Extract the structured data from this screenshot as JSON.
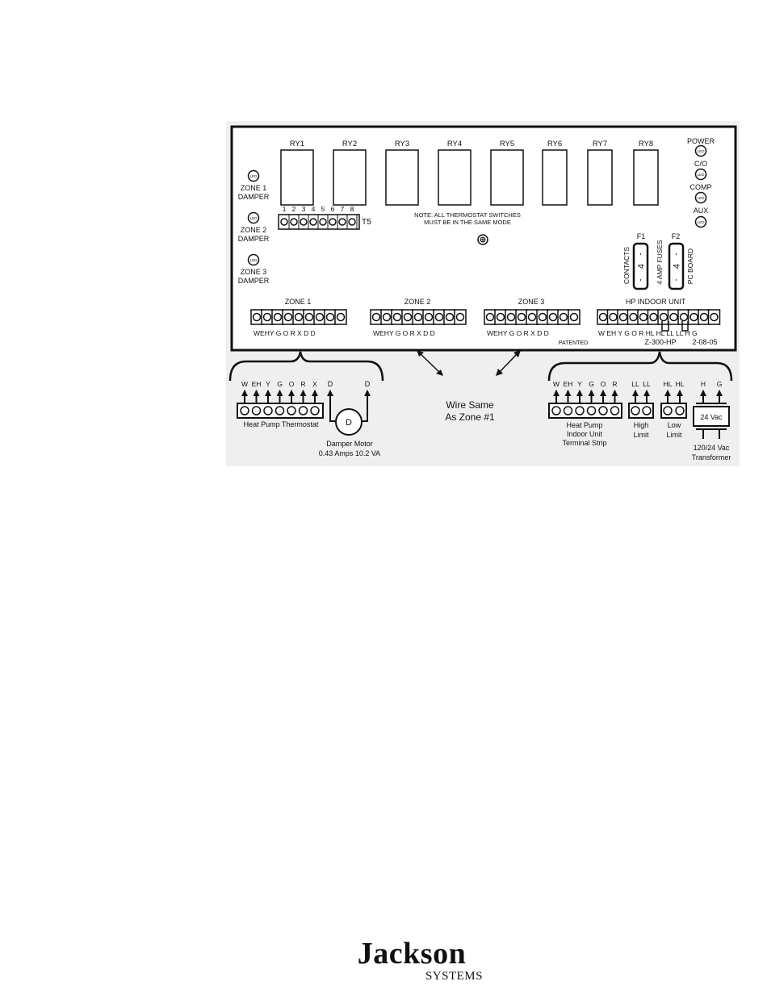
{
  "board": {
    "relays": [
      "RY1",
      "RY2",
      "RY3",
      "RY4",
      "RY5",
      "RY6",
      "RY7",
      "RY8"
    ],
    "status_leds": [
      {
        "label": "POWER",
        "led": "LED"
      },
      {
        "label": "C/O",
        "led": "LED"
      },
      {
        "label": "COMP",
        "led": "LED"
      },
      {
        "label": "AUX",
        "led": "LED"
      }
    ],
    "damper_leds": [
      {
        "line1": "ZONE 1",
        "line2": "DAMPER",
        "led": "LED"
      },
      {
        "line1": "ZONE 2",
        "line2": "DAMPER",
        "led": "LED"
      },
      {
        "line1": "ZONE 3",
        "line2": "DAMPER",
        "led": "LED"
      }
    ],
    "t5": {
      "numbers": [
        "1",
        "2",
        "3",
        "4",
        "5",
        "6",
        "7",
        "8"
      ],
      "label": "T5"
    },
    "note_line1": "NOTE: ALL THERMOSTAT SWITCHES",
    "note_line2": "MUST BE IN THE SAME MODE",
    "fuses": {
      "f1": "F1",
      "f2": "F2",
      "value": "4",
      "dash": "-",
      "contacts": "CONTACTS",
      "amp_fuses": "4 AMP FUSES",
      "pc_board": "PC BOARD"
    },
    "zones": [
      {
        "title": "ZONE 1",
        "terminals": "WEHY G O R X D D"
      },
      {
        "title": "ZONE 2",
        "terminals": "WEHY G O R X D D"
      },
      {
        "title": "ZONE 3",
        "terminals": "WEHY G O R X D D"
      }
    ],
    "hp_indoor": {
      "title": "HP INDOOR UNIT",
      "terminals": "W EH Y G O R HL HL LL LL H G"
    },
    "patented": "PATENTED",
    "model": "Z-300-HP",
    "date": "2-08-05"
  },
  "wiring": {
    "thermostat": {
      "letters": [
        "W",
        "EH",
        "Y",
        "G",
        "O",
        "R",
        "X"
      ],
      "label": "Heat Pump Thermostat"
    },
    "damper": {
      "d1": "D",
      "d2": "D",
      "symbol": "D",
      "label_line1": "Damper Motor",
      "label_line2": "0.43 Amps  10.2 VA"
    },
    "wire_same_line1": "Wire Same",
    "wire_same_line2": "As Zone #1",
    "hp_strip": {
      "letters": [
        "W",
        "EH",
        "Y",
        "G",
        "O",
        "R"
      ],
      "line1": "Heat Pump",
      "line2": "Indoor Unit",
      "line3": "Terminal Strip"
    },
    "high_limit": {
      "letters": [
        "LL",
        "LL"
      ],
      "line1": "High",
      "line2": "Limit"
    },
    "low_limit": {
      "letters": [
        "HL",
        "HL"
      ],
      "line1": "Low",
      "line2": "Limit"
    },
    "transformer": {
      "letters": [
        "H",
        "G"
      ],
      "value": "24 Vac",
      "line1": "120/24 Vac",
      "line2": "Transformer"
    }
  },
  "logo": {
    "main": "Jackson",
    "sub": "SYSTEMS"
  }
}
